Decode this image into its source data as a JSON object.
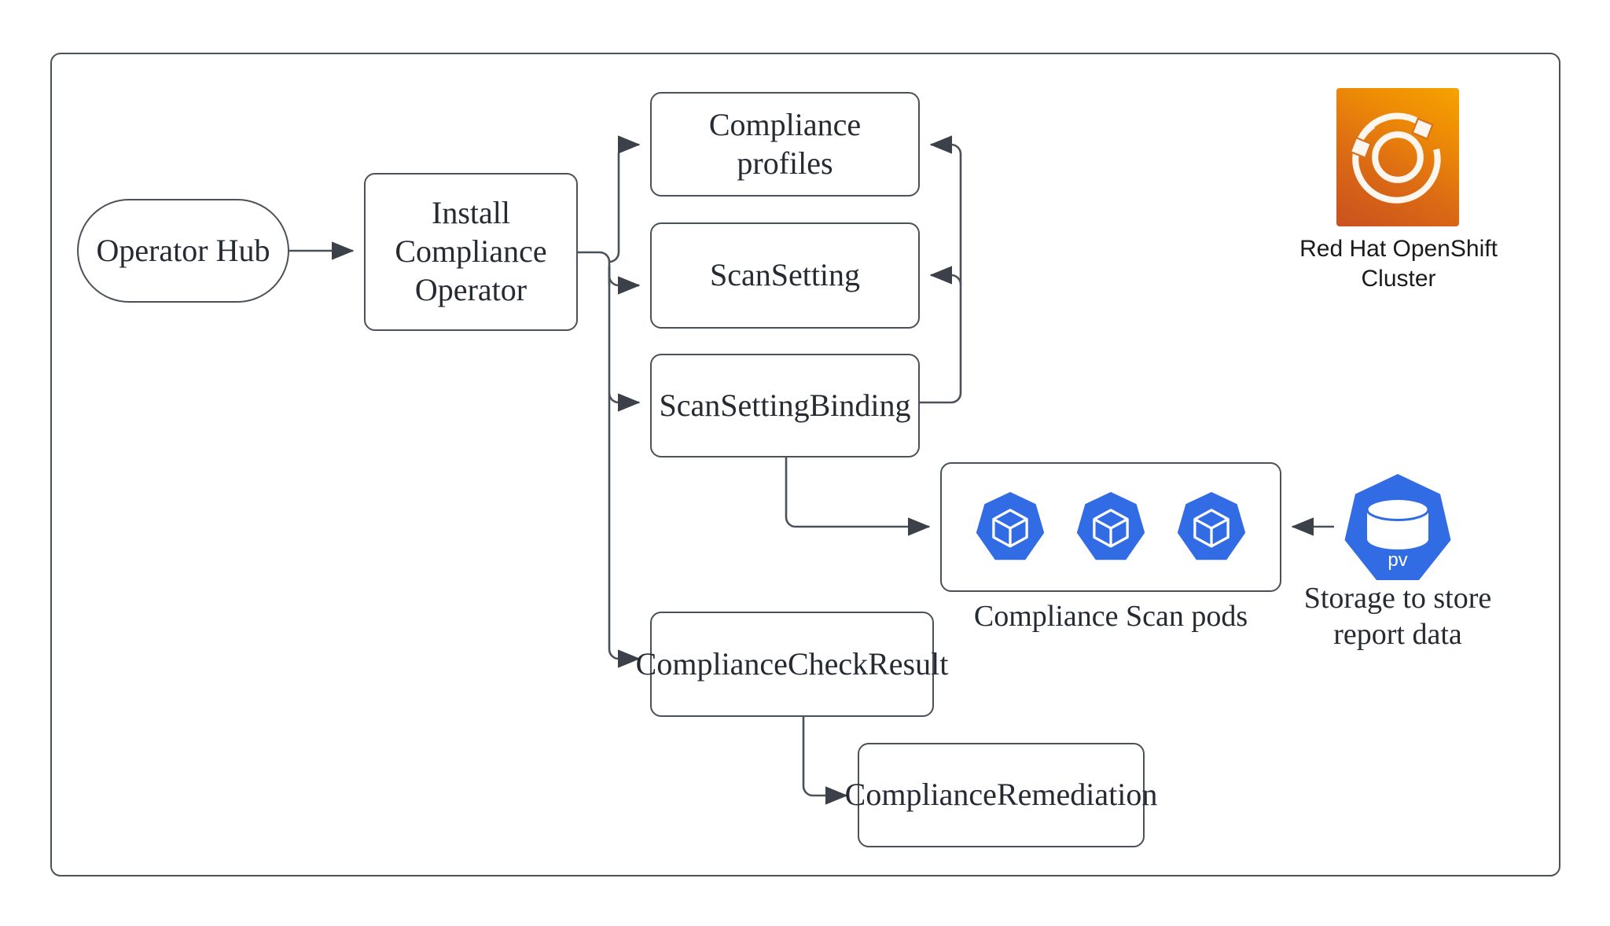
{
  "diagram": {
    "title": "Red Hat OpenShift Compliance Operator flow",
    "container_name": "openshift-cluster-boundary",
    "colors": {
      "stroke": "#4b5159",
      "text": "#262b33",
      "kubernetes_blue": "#326ce5",
      "openshift_orange_dark": "#c9511f",
      "openshift_orange_light": "#f5a300"
    }
  },
  "nodes": {
    "operator_hub": {
      "label": "Operator Hub",
      "shape": "pill"
    },
    "install_operator": {
      "label": "Install\nCompliance\nOperator",
      "line1": "Install",
      "line2": "Compliance",
      "line3": "Operator",
      "shape": "rect"
    },
    "compliance_profiles": {
      "label": "Compliance profiles",
      "line1": "Compliance",
      "line2": "profiles",
      "shape": "rect"
    },
    "scansetting": {
      "label": "ScanSetting",
      "shape": "rect"
    },
    "scansettingbinding": {
      "label": "ScanSettingBinding",
      "shape": "rect"
    },
    "compliancecheckresult": {
      "label": "ComplianceCheckResult",
      "shape": "rect"
    },
    "complianceremediation": {
      "label": "ComplianceRemediation",
      "shape": "rect"
    },
    "scan_pods": {
      "caption": "Compliance Scan pods",
      "pod_count": 3,
      "pod_icon_name": "kubernetes-pod-icon"
    },
    "storage": {
      "caption_line1": "Storage to store",
      "caption_line2": "report data",
      "badge": "pv",
      "icon_name": "kubernetes-persistent-volume-icon"
    },
    "openshift": {
      "caption_line1": "Red Hat OpenShift",
      "caption_line2": "Cluster",
      "icon_name": "openshift-logo-icon"
    }
  },
  "edges": [
    {
      "from": "operator_hub",
      "to": "install_operator",
      "arrow": true
    },
    {
      "from": "install_operator",
      "to": "compliance_profiles",
      "arrow": true
    },
    {
      "from": "install_operator",
      "to": "scansetting",
      "arrow": true
    },
    {
      "from": "install_operator",
      "to": "scansettingbinding",
      "arrow": true
    },
    {
      "from": "install_operator",
      "to": "compliancecheckresult",
      "arrow": true
    },
    {
      "from": "scansettingbinding",
      "to": "compliance_profiles",
      "arrow": true
    },
    {
      "from": "scansettingbinding",
      "to": "scansetting",
      "arrow": true
    },
    {
      "from": "scansettingbinding",
      "to": "scan_pods",
      "arrow": true
    },
    {
      "from": "storage",
      "to": "scan_pods",
      "arrow": true
    },
    {
      "from": "compliancecheckresult",
      "to": "complianceremediation",
      "arrow": true
    }
  ]
}
